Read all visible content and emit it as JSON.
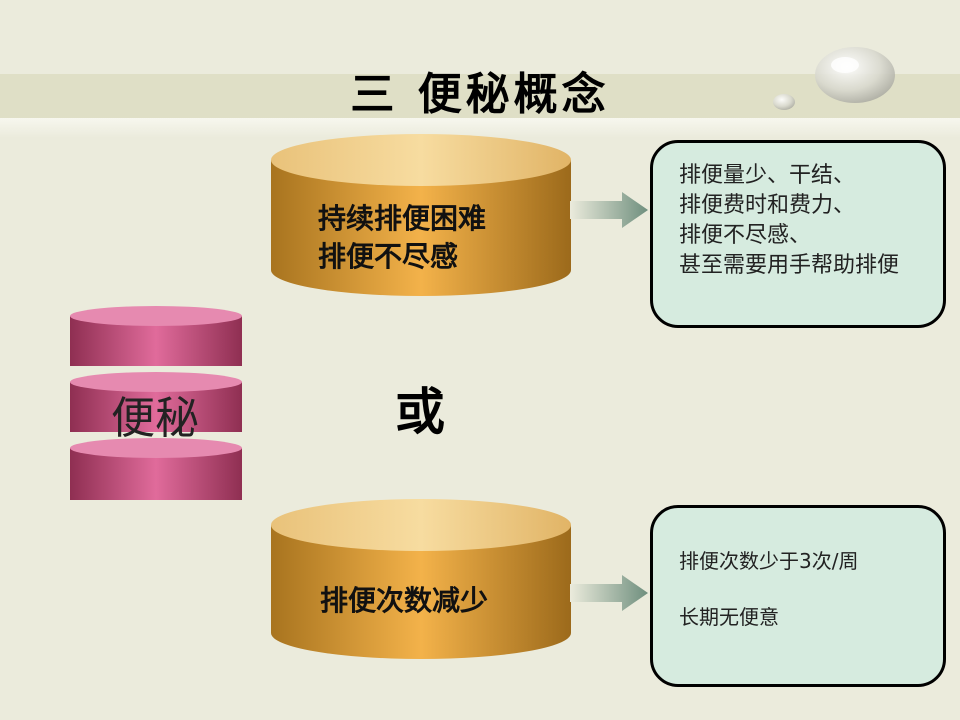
{
  "title": "三  便秘概念",
  "left_cylinder_label": "便秘",
  "or_text": "或",
  "top_cylinder": {
    "line1": "持续排便困难",
    "line2": "排便不尽感"
  },
  "bottom_cylinder": {
    "line1": "排便次数减少"
  },
  "top_box": {
    "lines": [
      "排便量少、干结、",
      "排便费时和费力、",
      "排便不尽感、",
      "甚至需要用手帮助排便"
    ]
  },
  "bottom_box": {
    "lines": [
      "排便次数少于3次/周",
      "长期无便意"
    ]
  },
  "colors": {
    "gold": "#e8a436",
    "pink": "#d45d8f",
    "box_fill": "#d6ebdf",
    "arrow": "#7f9a8a"
  }
}
